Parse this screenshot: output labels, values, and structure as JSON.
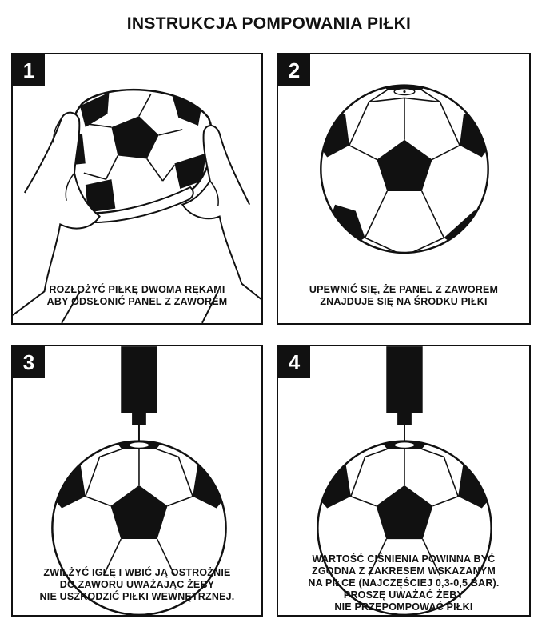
{
  "title": "INSTRUKCJA POMPOWANIA PIŁKI",
  "steps": [
    {
      "number": "1",
      "lines": [
        "ROZŁOŻYĆ PIŁKĘ DWOMA RĘKAMI",
        "ABY ODSŁONIĆ PANEL Z ZAWOREM"
      ]
    },
    {
      "number": "2",
      "lines": [
        "UPEWNIĆ SIĘ, ŻE PANEL Z ZAWOREM",
        "ZNAJDUJE SIĘ NA ŚRODKU PIŁKI"
      ]
    },
    {
      "number": "3",
      "lines": [
        "ZWILŻYĆ IGŁĘ I WBIĆ JĄ OSTROŻNIE",
        "DO ZAWORU UWAŻAJĄC ŻEBY",
        "NIE USZKODZIĆ PIŁKI WEWNĘTRZNEJ."
      ]
    },
    {
      "number": "4",
      "lines": [
        "WARTOŚĆ CIŚNIENIA POWINNA BYĆ",
        "ZGODNA Z ZAKRESEM WSKAZANYM",
        "NA PIŁCE (NAJCZĘŚCIEJ 0,3-0,5 BAR).",
        "PROSZĘ UWAŻAĆ ŻEBY",
        "NIE PRZEPOMPOWAĆ PIŁKI"
      ]
    }
  ],
  "icons": {
    "hands": "hands-holding-ball-icon",
    "ball": "soccer-ball-icon",
    "pump": "pump-needle-icon"
  }
}
